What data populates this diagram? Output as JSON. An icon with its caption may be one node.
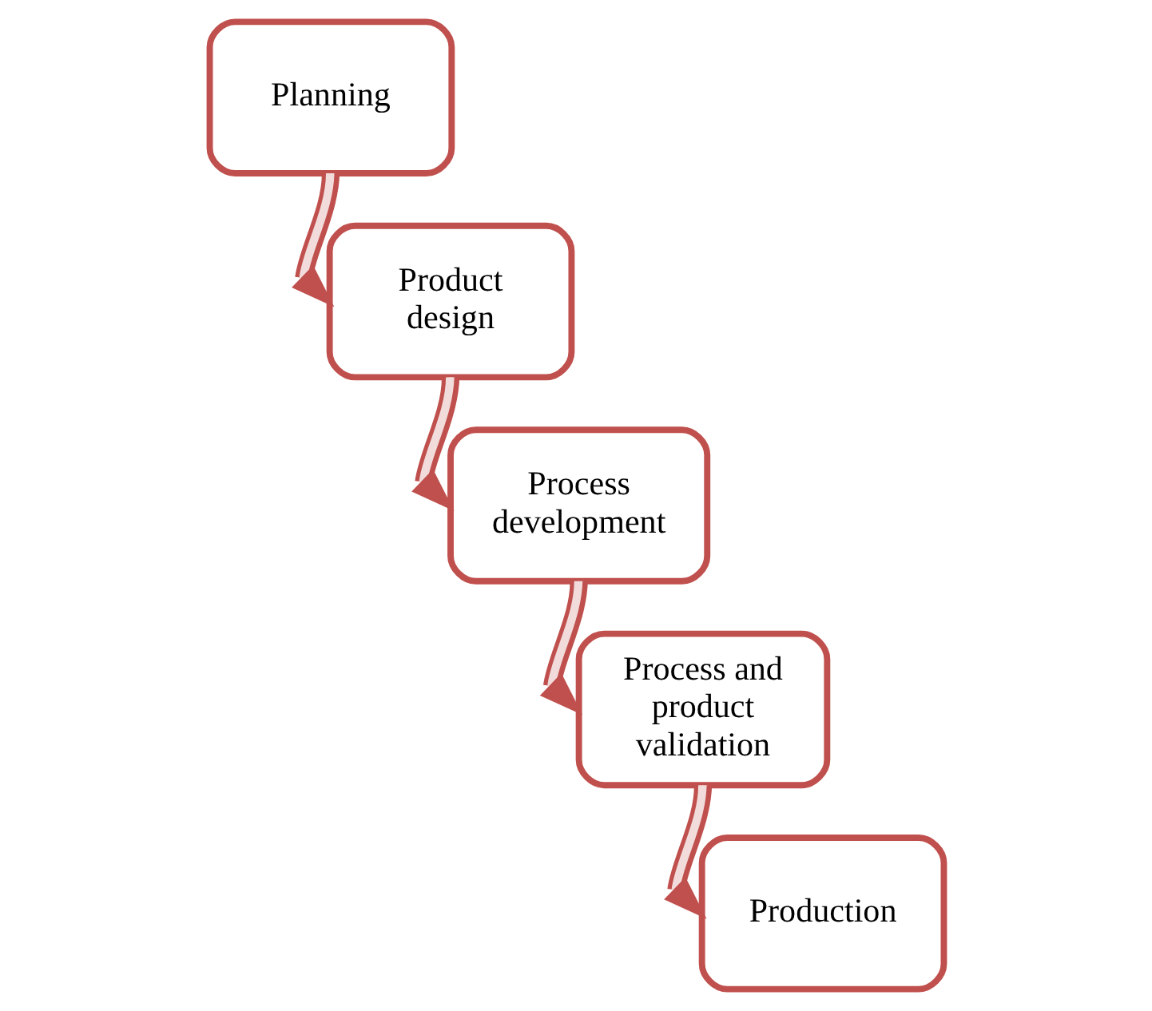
{
  "diagram": {
    "nodes": [
      {
        "text": [
          "Planning"
        ]
      },
      {
        "text": [
          "Product design"
        ]
      },
      {
        "text": [
          "Process development"
        ]
      },
      {
        "text": [
          "Process and product validation"
        ]
      },
      {
        "text": [
          "Production"
        ]
      }
    ],
    "edges": [
      {
        "from": 0,
        "to": 1,
        "arrow": "to"
      },
      {
        "from": 1,
        "to": 2,
        "arrow": "to"
      },
      {
        "from": 2,
        "to": 3,
        "arrow": "to"
      },
      {
        "from": 3,
        "to": 4,
        "arrow": "to"
      }
    ]
  }
}
